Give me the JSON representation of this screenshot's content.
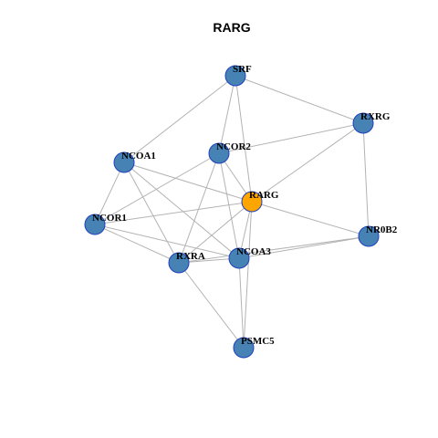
{
  "title": "RARG",
  "colors": {
    "node_default": "#4682b4",
    "node_focus": "#ffa500",
    "node_border": "#1f3fbf",
    "edge": "#b3b3b3"
  },
  "nodes": [
    {
      "id": "SRF",
      "label": "SRF",
      "focus": false
    },
    {
      "id": "RXRG",
      "label": "RXRG",
      "focus": false
    },
    {
      "id": "NCOA1",
      "label": "NCOA1",
      "focus": false
    },
    {
      "id": "NCOR2",
      "label": "NCOR2",
      "focus": false
    },
    {
      "id": "RARG",
      "label": "RARG",
      "focus": true
    },
    {
      "id": "NCOR1",
      "label": "NCOR1",
      "focus": false
    },
    {
      "id": "NR0B2",
      "label": "NR0B2",
      "focus": false
    },
    {
      "id": "RXRA",
      "label": "RXRA",
      "focus": false
    },
    {
      "id": "NCOA3",
      "label": "NCOA3",
      "focus": false
    },
    {
      "id": "PSMC5",
      "label": "PSMC5",
      "focus": false
    }
  ],
  "edges": [
    [
      "SRF",
      "RXRG"
    ],
    [
      "SRF",
      "NCOA1"
    ],
    [
      "SRF",
      "NCOR2"
    ],
    [
      "SRF",
      "RARG"
    ],
    [
      "RXRG",
      "NCOR2"
    ],
    [
      "RXRG",
      "RARG"
    ],
    [
      "RXRG",
      "NR0B2"
    ],
    [
      "NCOA1",
      "NCOR1"
    ],
    [
      "NCOA1",
      "RARG"
    ],
    [
      "NCOA1",
      "RXRA"
    ],
    [
      "NCOA1",
      "NCOA3"
    ],
    [
      "NCOR2",
      "NCOR1"
    ],
    [
      "NCOR2",
      "RARG"
    ],
    [
      "NCOR2",
      "RXRA"
    ],
    [
      "NCOR2",
      "NCOA3"
    ],
    [
      "RARG",
      "NCOR1"
    ],
    [
      "RARG",
      "NR0B2"
    ],
    [
      "RARG",
      "RXRA"
    ],
    [
      "RARG",
      "NCOA3"
    ],
    [
      "RARG",
      "PSMC5"
    ],
    [
      "NCOR1",
      "RXRA"
    ],
    [
      "NCOR1",
      "NCOA3"
    ],
    [
      "NR0B2",
      "RXRA"
    ],
    [
      "NR0B2",
      "NCOA3"
    ],
    [
      "RXRA",
      "NCOA3"
    ],
    [
      "RXRA",
      "PSMC5"
    ],
    [
      "NCOA3",
      "PSMC5"
    ]
  ]
}
